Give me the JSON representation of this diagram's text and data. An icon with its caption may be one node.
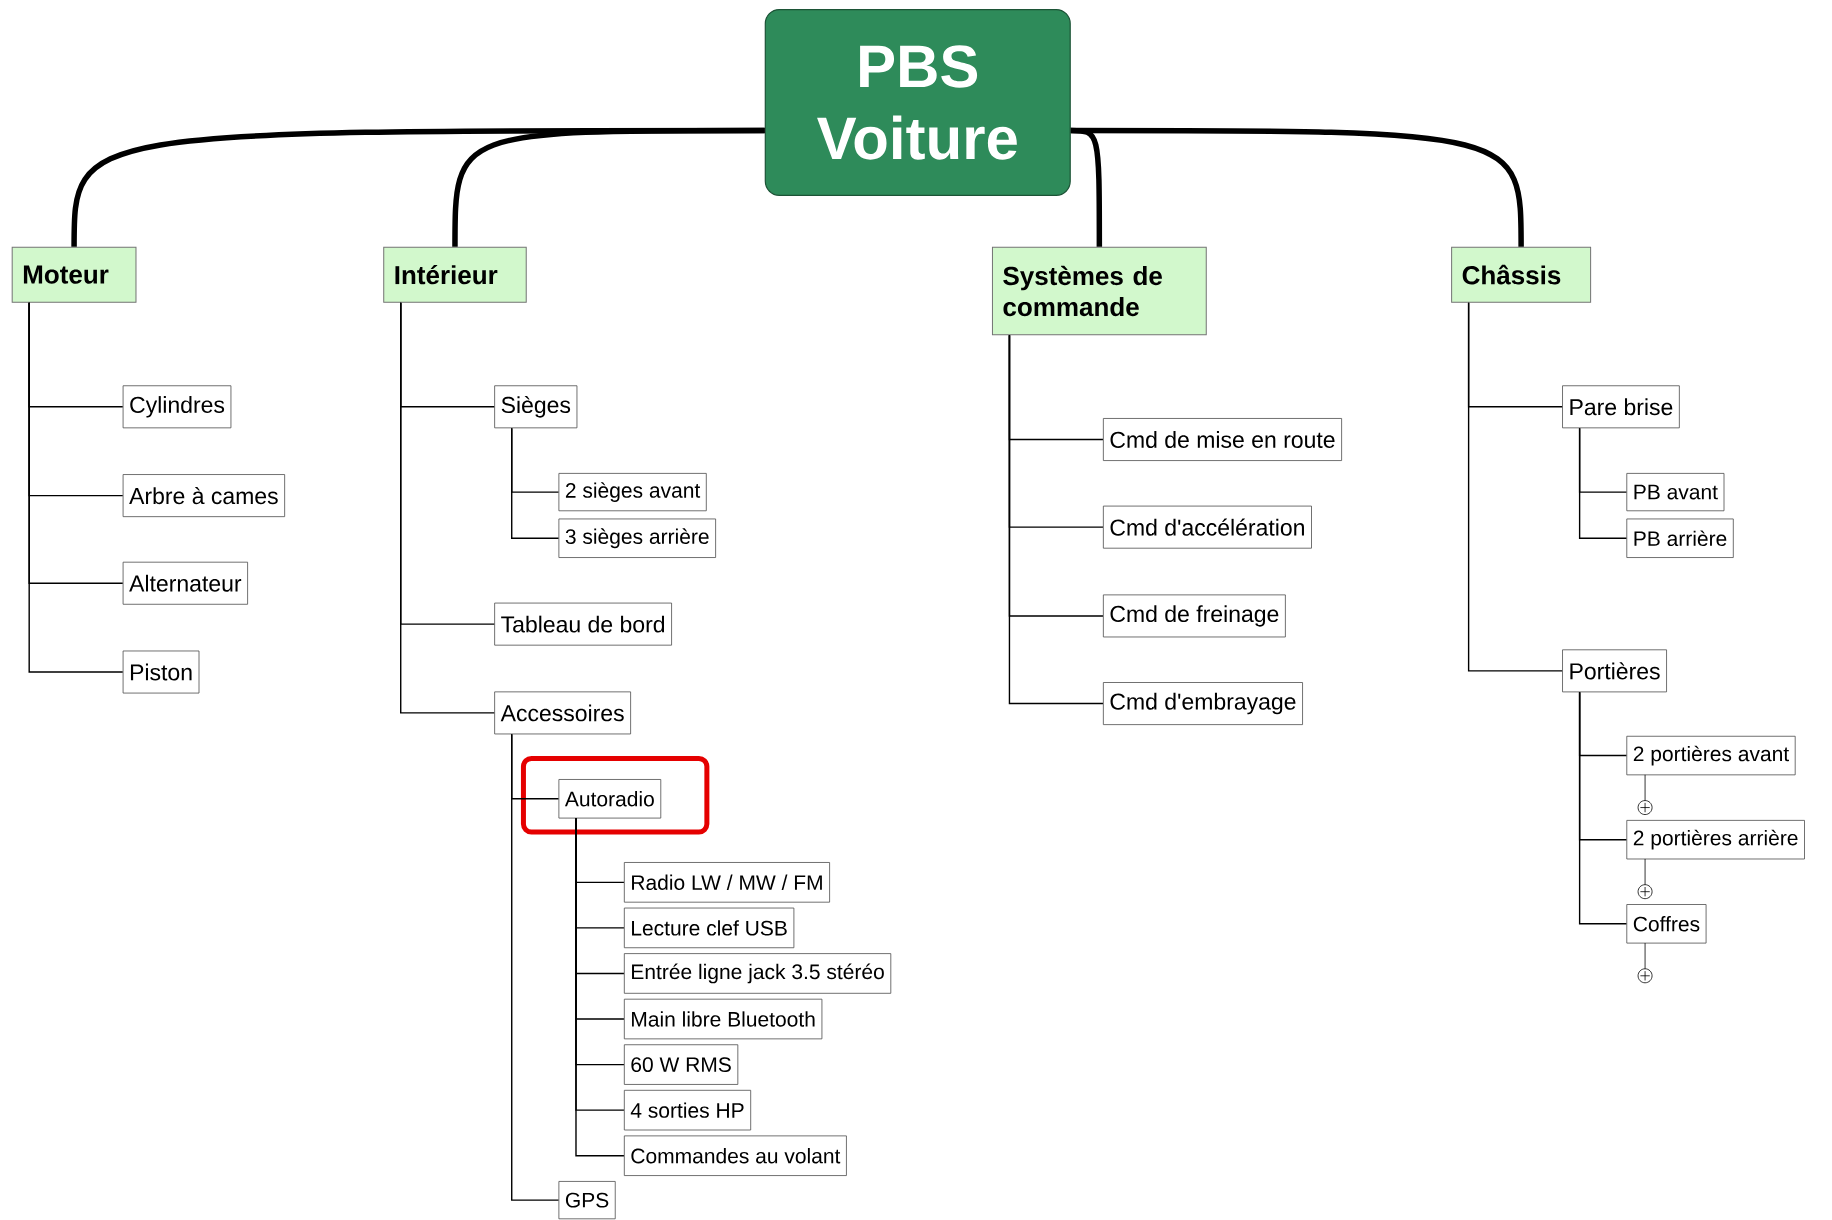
{
  "diagram": {
    "nodes": [
      {
        "text": [
          "PBS Voiture"
        ]
      },
      {
        "text": [
          "Moteur"
        ]
      },
      {
        "text": [
          "Intérieur"
        ]
      },
      {
        "text": [
          "Systèmes de commande"
        ]
      },
      {
        "text": [
          "Châssis"
        ]
      },
      {
        "text": [
          "Cylindres"
        ]
      },
      {
        "text": [
          "Arbre à cames"
        ]
      },
      {
        "text": [
          "Alternateur"
        ]
      },
      {
        "text": [
          "Piston"
        ]
      },
      {
        "text": [
          "Sièges"
        ]
      },
      {
        "text": [
          "2 sièges avant"
        ]
      },
      {
        "text": [
          "3 sièges arrière"
        ]
      },
      {
        "text": [
          "Tableau de bord"
        ]
      },
      {
        "text": [
          "Accessoires"
        ]
      },
      {
        "text": [
          "Autoradio"
        ]
      },
      {
        "text": [
          "Radio LW / MW / FM"
        ]
      },
      {
        "text": [
          "Lecture clef USB"
        ]
      },
      {
        "text": [
          "Entrée ligne jack 3.5 stéréo"
        ]
      },
      {
        "text": [
          "Main libre Bluetooth"
        ]
      },
      {
        "text": [
          "60 W RMS"
        ]
      },
      {
        "text": [
          "4 sorties HP"
        ]
      },
      {
        "text": [
          "Commandes au volant"
        ]
      },
      {
        "text": [
          "GPS"
        ]
      },
      {
        "text": [
          "Cmd de mise en route"
        ]
      },
      {
        "text": [
          "Cmd d'accélération"
        ]
      },
      {
        "text": [
          "Cmd de freinage"
        ]
      },
      {
        "text": [
          "Cmd d'embrayage"
        ]
      },
      {
        "text": [
          "Pare brise"
        ]
      },
      {
        "text": [
          "PB avant"
        ]
      },
      {
        "text": [
          "PB arrière"
        ]
      },
      {
        "text": [
          "Portières"
        ]
      },
      {
        "text": [
          "2 portières avant"
        ]
      },
      {
        "text": [
          "2 portières arrière"
        ]
      },
      {
        "text": [
          "Coffres"
        ]
      }
    ],
    "edges": [
      {
        "from": 0,
        "to": 1,
        "arrow": "none",
        "style": "thick"
      },
      {
        "from": 0,
        "to": 2,
        "arrow": "none",
        "style": "thick"
      },
      {
        "from": 0,
        "to": 3,
        "arrow": "none",
        "style": "thick"
      },
      {
        "from": 0,
        "to": 4,
        "arrow": "none",
        "style": "thick"
      },
      {
        "from": 1,
        "to": 5,
        "arrow": "none"
      },
      {
        "from": 1,
        "to": 6,
        "arrow": "none"
      },
      {
        "from": 1,
        "to": 7,
        "arrow": "none"
      },
      {
        "from": 1,
        "to": 8,
        "arrow": "none"
      },
      {
        "from": 2,
        "to": 9,
        "arrow": "none"
      },
      {
        "from": 9,
        "to": 10,
        "arrow": "none"
      },
      {
        "from": 9,
        "to": 11,
        "arrow": "none"
      },
      {
        "from": 2,
        "to": 12,
        "arrow": "none"
      },
      {
        "from": 2,
        "to": 13,
        "arrow": "none"
      },
      {
        "from": 13,
        "to": 14,
        "arrow": "none"
      },
      {
        "from": 14,
        "to": 15,
        "arrow": "none"
      },
      {
        "from": 14,
        "to": 16,
        "arrow": "none"
      },
      {
        "from": 14,
        "to": 17,
        "arrow": "none"
      },
      {
        "from": 14,
        "to": 18,
        "arrow": "none"
      },
      {
        "from": 14,
        "to": 19,
        "arrow": "none"
      },
      {
        "from": 14,
        "to": 20,
        "arrow": "none"
      },
      {
        "from": 14,
        "to": 21,
        "arrow": "none"
      },
      {
        "from": 13,
        "to": 22,
        "arrow": "none"
      },
      {
        "from": 3,
        "to": 23,
        "arrow": "none"
      },
      {
        "from": 3,
        "to": 24,
        "arrow": "none"
      },
      {
        "from": 3,
        "to": 25,
        "arrow": "none"
      },
      {
        "from": 3,
        "to": 26,
        "arrow": "none"
      },
      {
        "from": 4,
        "to": 27,
        "arrow": "none"
      },
      {
        "from": 27,
        "to": 28,
        "arrow": "none"
      },
      {
        "from": 27,
        "to": 29,
        "arrow": "none"
      },
      {
        "from": 4,
        "to": 30,
        "arrow": "none"
      },
      {
        "from": 30,
        "to": 31,
        "arrow": "none"
      },
      {
        "from": 30,
        "to": 32,
        "arrow": "none"
      },
      {
        "from": 30,
        "to": 33,
        "arrow": "none"
      }
    ]
  }
}
